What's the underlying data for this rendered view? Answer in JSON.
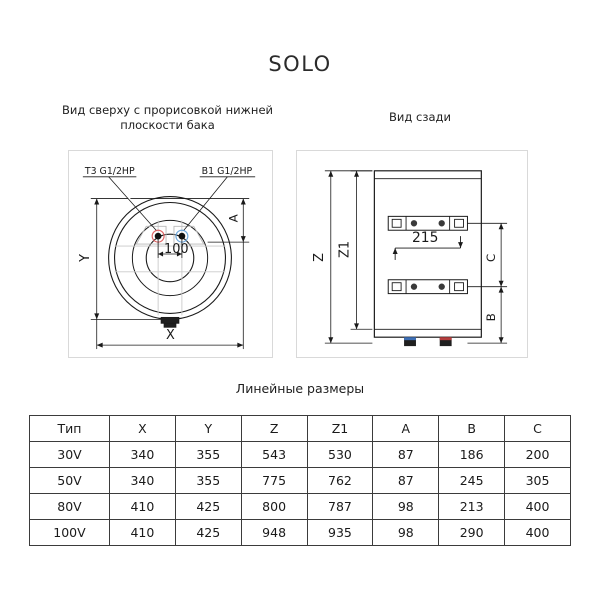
{
  "title": "SOLO",
  "panels": {
    "top_view": {
      "heading": "Вид сверху с прорисовкой нижней плоскости бака",
      "labels": {
        "port_left": "T3 G1/2HP",
        "port_right": "B1 G1/2HP",
        "dim_center": "100",
        "dim_vertical": "Y",
        "dim_horizontal": "X",
        "dim_offset": "A"
      },
      "colors": {
        "port_left_ring": "#e06666",
        "port_right_ring": "#6fa8dc"
      }
    },
    "rear_view": {
      "heading": "Вид сзади",
      "labels": {
        "dim_total": "Z",
        "dim_body": "Z1",
        "dim_bracket_span": "215",
        "dim_upper": "C",
        "dim_lower": "B"
      },
      "colors": {
        "inlet_cap": "#3d6fb5",
        "outlet_cap": "#b53d3d"
      }
    }
  },
  "table": {
    "caption": "Линейные размеры",
    "headers": [
      "Тип",
      "X",
      "Y",
      "Z",
      "Z1",
      "A",
      "B",
      "C"
    ],
    "rows": [
      [
        "30V",
        "340",
        "355",
        "543",
        "530",
        "87",
        "186",
        "200"
      ],
      [
        "50V",
        "340",
        "355",
        "775",
        "762",
        "87",
        "245",
        "305"
      ],
      [
        "80V",
        "410",
        "425",
        "800",
        "787",
        "98",
        "213",
        "400"
      ],
      [
        "100V",
        "410",
        "425",
        "948",
        "935",
        "98",
        "290",
        "400"
      ]
    ]
  },
  "chart_data": {
    "type": "table",
    "title": "Линейные размеры",
    "categories": [
      "30V",
      "50V",
      "80V",
      "100V"
    ],
    "series": [
      {
        "name": "X",
        "values": [
          340,
          340,
          410,
          410
        ]
      },
      {
        "name": "Y",
        "values": [
          355,
          355,
          425,
          425
        ]
      },
      {
        "name": "Z",
        "values": [
          543,
          775,
          800,
          948
        ]
      },
      {
        "name": "Z1",
        "values": [
          530,
          762,
          787,
          935
        ]
      },
      {
        "name": "A",
        "values": [
          87,
          87,
          98,
          98
        ]
      },
      {
        "name": "B",
        "values": [
          186,
          245,
          213,
          290
        ]
      },
      {
        "name": "C",
        "values": [
          200,
          305,
          400,
          400
        ]
      }
    ]
  }
}
